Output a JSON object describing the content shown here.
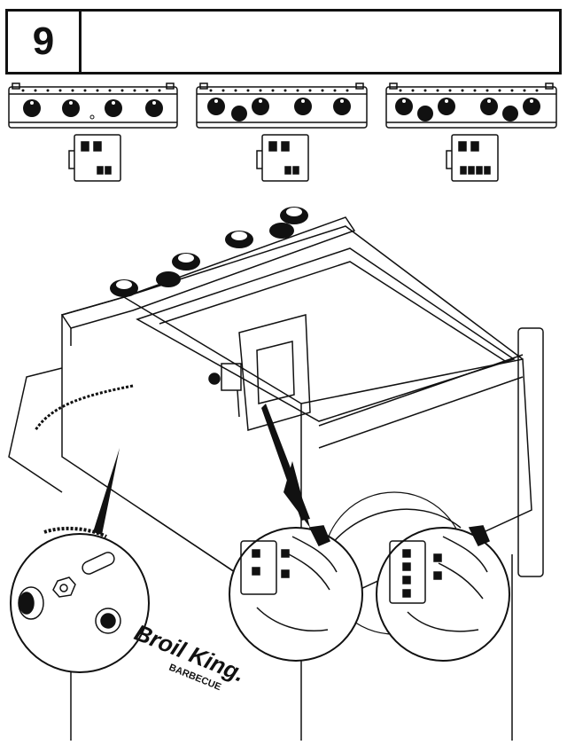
{
  "step": {
    "number": "9",
    "instruction": ""
  },
  "variants": [
    {
      "id": "A",
      "knobs": 4,
      "terminals": 2
    },
    {
      "id": "B",
      "knobs": 5,
      "terminals": 2
    },
    {
      "id": "C",
      "knobs": 6,
      "terminals": 4
    }
  ],
  "illustration": {
    "brand_text": "Broil King.",
    "brand_sub": "BARBECUE"
  },
  "colors": {
    "ink": "#111111",
    "paper": "#ffffff"
  }
}
